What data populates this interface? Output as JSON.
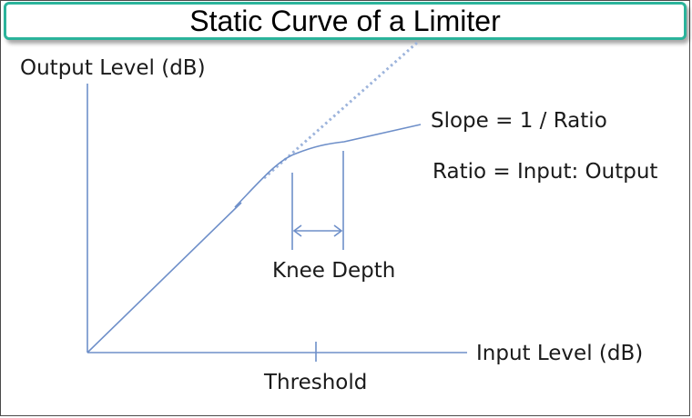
{
  "title": "Static Curve of a Limiter",
  "labels": {
    "y_axis": "Output Level (dB)",
    "x_axis": "Input Level (dB)",
    "threshold": "Threshold",
    "knee": "Knee Depth",
    "slope": "Slope = 1 / Ratio",
    "ratio": "Ratio = Input: Output"
  },
  "colors": {
    "title_border": "#2bb39b",
    "lines": "#6e8fc9",
    "dotted": "#9db4dc",
    "text": "#1a1a1a"
  }
}
